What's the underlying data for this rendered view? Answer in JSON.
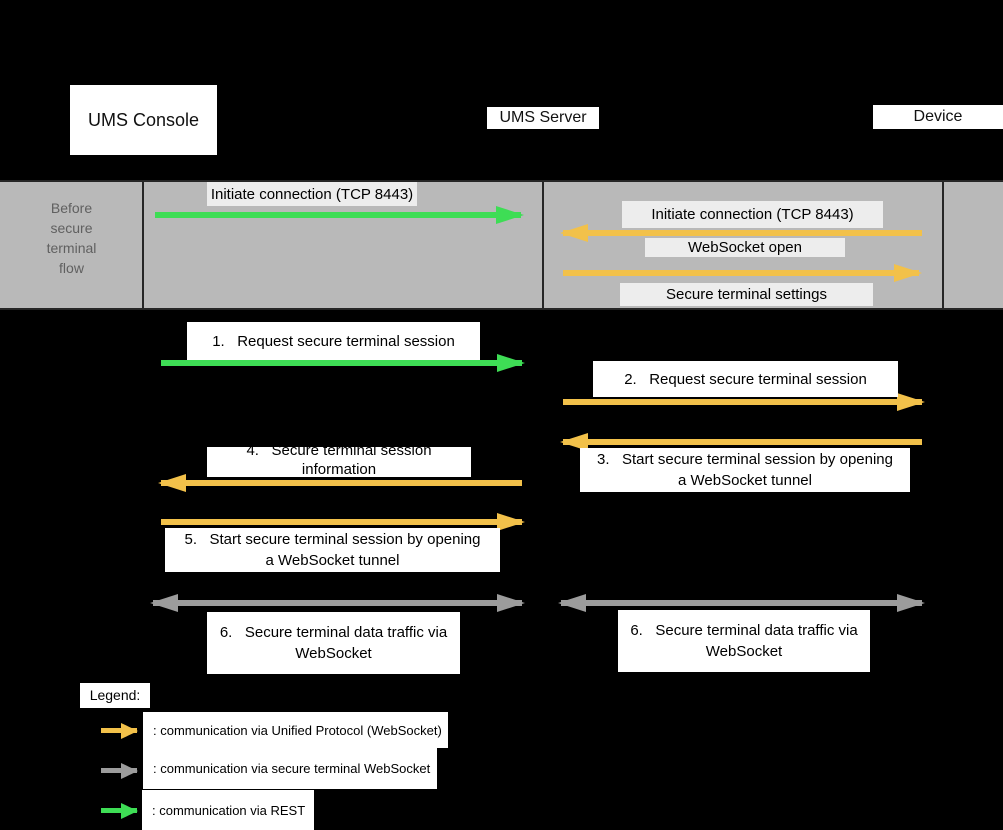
{
  "actors": {
    "console": "UMS Console",
    "server": "UMS Server",
    "device": "Device"
  },
  "band": {
    "title": "Before\nsecure\nterminal\nflow",
    "m1": "Initiate connection (TCP 8443)",
    "m2": "Initiate connection (TCP 8443)",
    "m3": "WebSocket open",
    "m4": "Secure terminal settings"
  },
  "steps": {
    "s1": "1.   Request secure terminal session",
    "s2": "2.   Request secure terminal session",
    "s3": "3.   Start secure terminal session by opening\na WebSocket tunnel",
    "s4": "4.   Secure terminal session\ninformation",
    "s5": "5.   Start secure terminal session by opening\na WebSocket tunnel",
    "s6": "6.   Secure terminal data traffic via\nWebSocket"
  },
  "legend": {
    "title": "Legend:",
    "unified": ": communication via Unified Protocol (WebSocket)",
    "secure_ws": ": communication via secure terminal WebSocket",
    "rest": ": communication via REST"
  },
  "colors": {
    "unified_protocol_websocket": "#f2c14a",
    "secure_terminal_websocket": "#9c9c9c",
    "rest": "#3edd55",
    "band_background": "#b9b9b9"
  }
}
